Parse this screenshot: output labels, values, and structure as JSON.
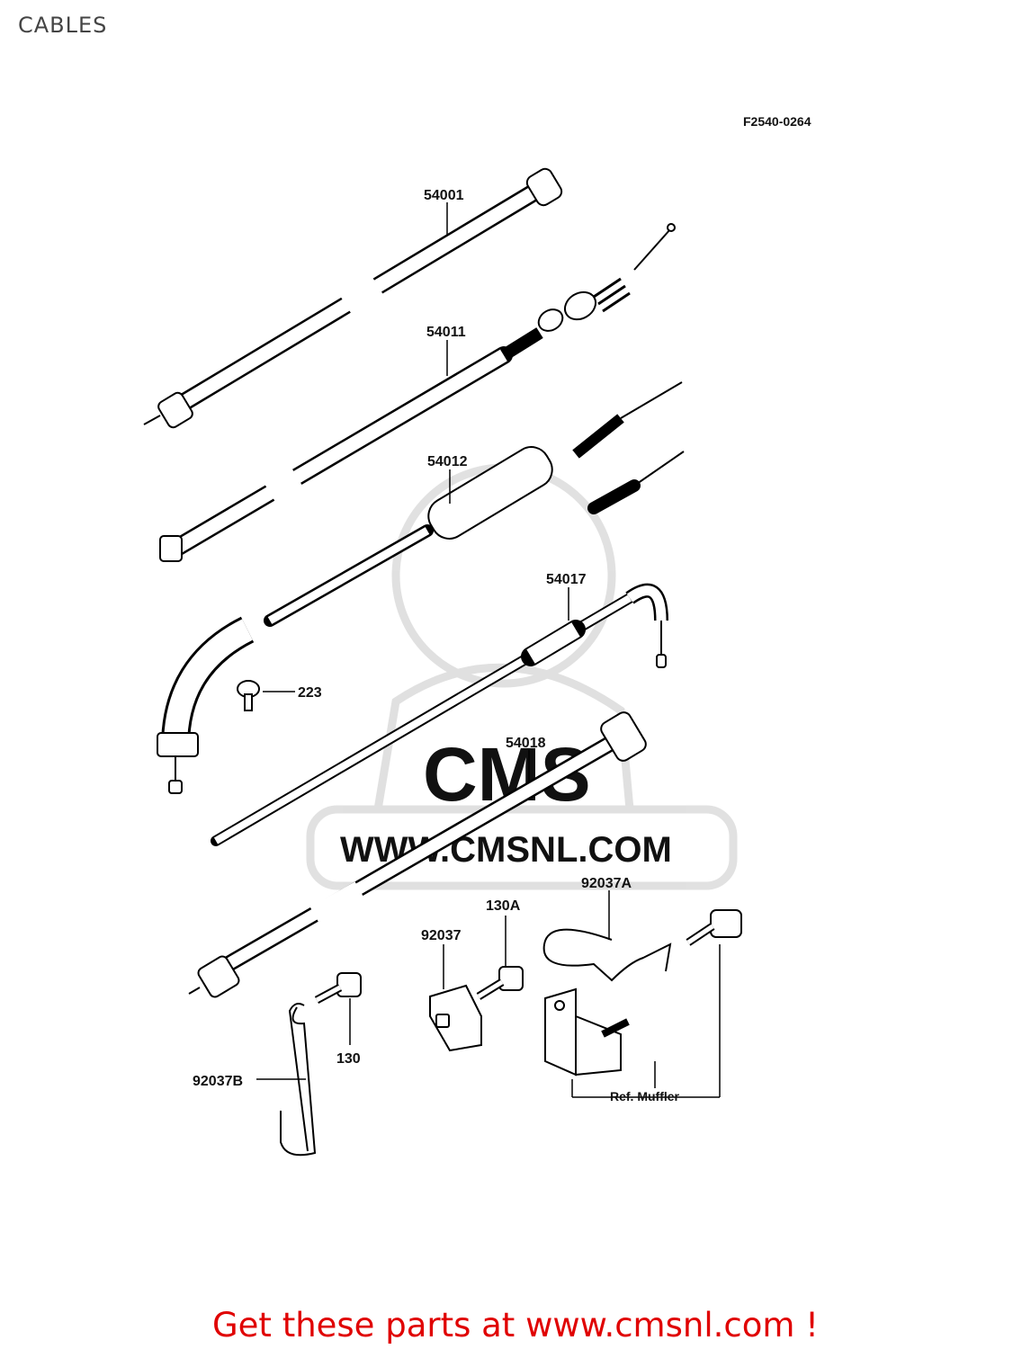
{
  "page": {
    "title": "CABLES"
  },
  "diagram": {
    "figure_code": "F2540-0264",
    "parts": [
      {
        "id": "54001"
      },
      {
        "id": "54011"
      },
      {
        "id": "54012"
      },
      {
        "id": "54017"
      },
      {
        "id": "223"
      },
      {
        "id": "54018"
      },
      {
        "id": "92037A"
      },
      {
        "id": "130A"
      },
      {
        "id": "92037"
      },
      {
        "id": "130"
      },
      {
        "id": "92037B"
      }
    ],
    "reference_label": "Ref. Muffler"
  },
  "watermark": {
    "text": "WWW.CMSNL.COM",
    "logo_text": "CMS"
  },
  "footer": {
    "text": "Get these parts at www.cmsnl.com !",
    "color": "#e00000"
  }
}
